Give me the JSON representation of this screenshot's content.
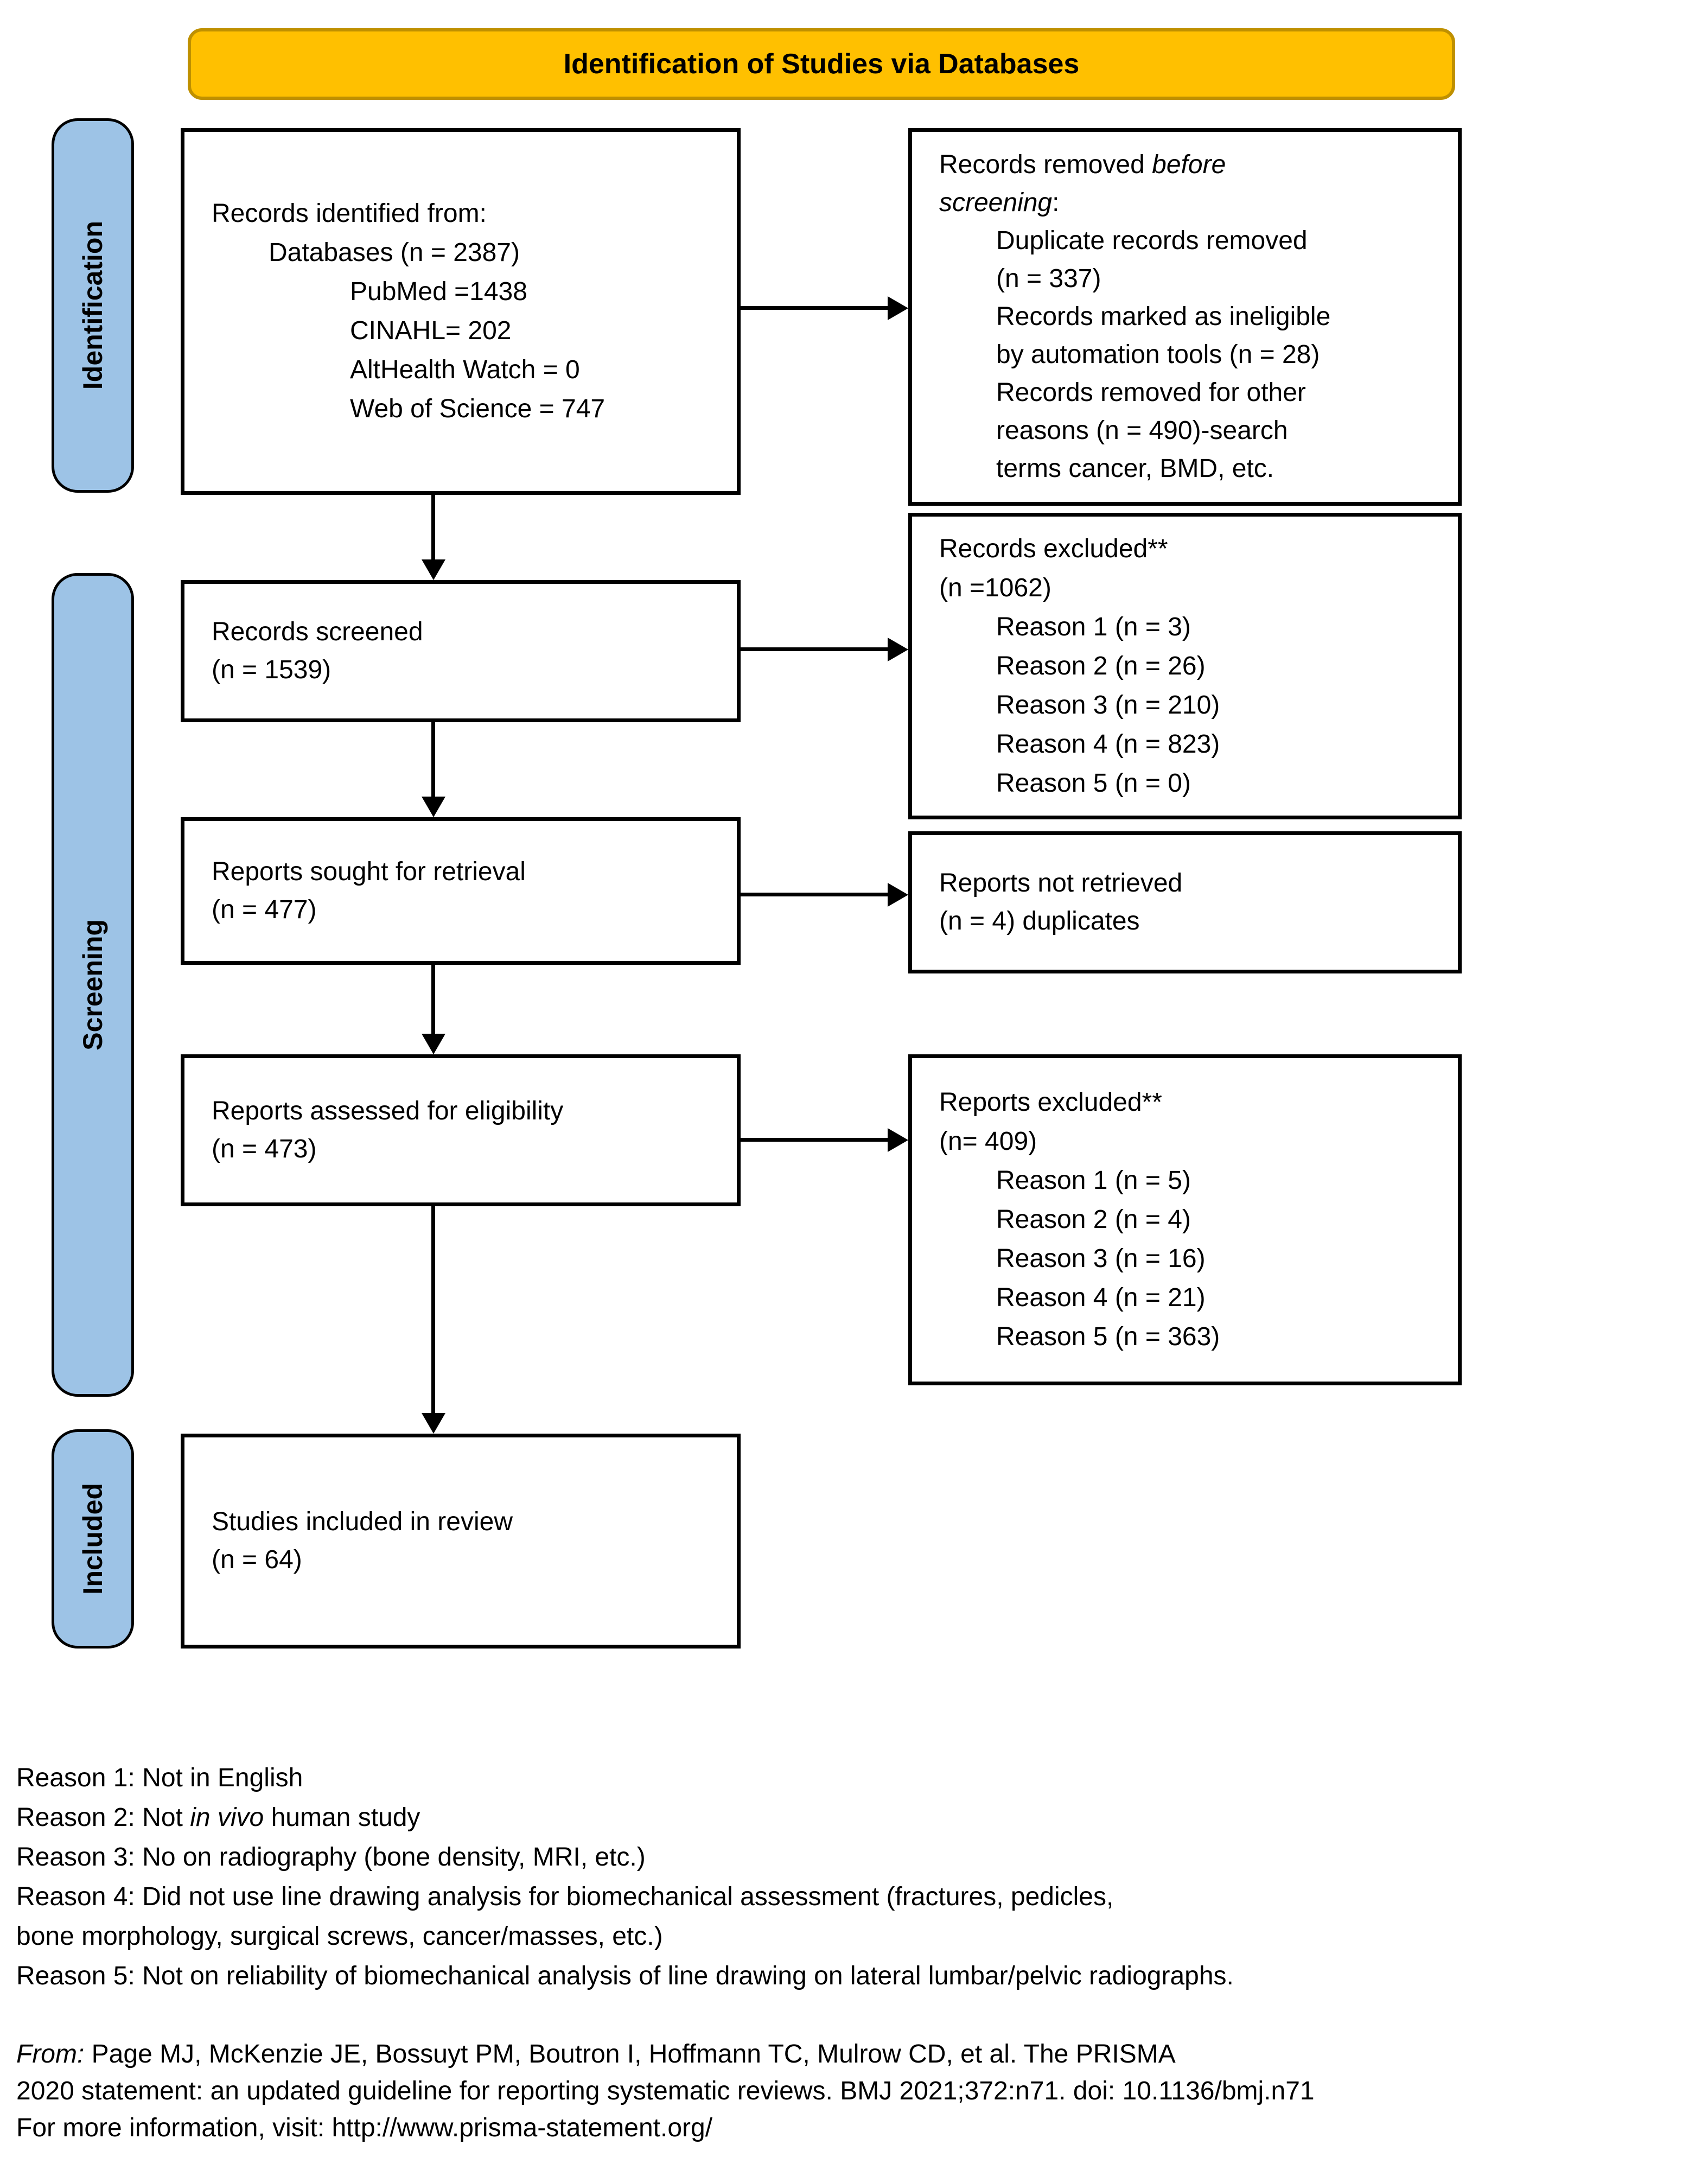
{
  "header": {
    "title": "Identification of Studies via Databases"
  },
  "colors": {
    "header_bg": "#FFC000",
    "header_border": "#BF9000",
    "stage_bg": "#9DC3E6",
    "stage_border": "#000000",
    "box_border": "#000000",
    "page_bg": "#ffffff",
    "text_color": "#000000"
  },
  "stages": [
    {
      "label": "Identification"
    },
    {
      "label": "Screening"
    },
    {
      "label": "Included"
    }
  ],
  "boxes": {
    "records_identified": {
      "lines": [
        {
          "t": "Records identified from:",
          "indent": 0
        },
        {
          "t": "Databases (n = 2387)",
          "indent": 1
        },
        {
          "t": "PubMed =1438",
          "indent": 2
        },
        {
          "t": "CINAHL= 202",
          "indent": 2
        },
        {
          "t": "AltHealth Watch = 0",
          "indent": 2
        },
        {
          "t": "Web of Science = 747",
          "indent": 2
        }
      ]
    },
    "records_removed": {
      "lines": [
        {
          "t": [
            {
              "t": "Records removed "
            },
            {
              "t": "before",
              "i": true
            }
          ],
          "indent": 0
        },
        {
          "t": [
            {
              "t": "screening",
              "i": true
            },
            {
              "t": ":"
            }
          ],
          "indent": 0
        },
        {
          "t": "Duplicate records removed",
          "indent": 1
        },
        {
          "t": "(n = 337)",
          "indent": 1
        },
        {
          "t": "Records marked as ineligible",
          "indent": 1
        },
        {
          "t": "by automation tools (n = 28)",
          "indent": 1
        },
        {
          "t": "Records removed for other",
          "indent": 1
        },
        {
          "t": "reasons (n = 490)-search",
          "indent": 1
        },
        {
          "t": "terms cancer, BMD, etc.",
          "indent": 1
        }
      ]
    },
    "records_screened": {
      "lines": [
        {
          "t": "Records screened",
          "indent": 0
        },
        {
          "t": "(n = 1539)",
          "indent": 0
        }
      ]
    },
    "records_excluded": {
      "lines": [
        {
          "t": "Records excluded**",
          "indent": 0
        },
        {
          "t": "(n =1062)",
          "indent": 0
        },
        {
          "t": "Reason 1 (n = 3)",
          "indent": 1
        },
        {
          "t": "Reason 2 (n = 26)",
          "indent": 1
        },
        {
          "t": "Reason 3 (n = 210)",
          "indent": 1
        },
        {
          "t": "Reason 4 (n = 823)",
          "indent": 1
        },
        {
          "t": "Reason 5 (n = 0)",
          "indent": 1
        }
      ]
    },
    "reports_sought": {
      "lines": [
        {
          "t": "Reports sought for retrieval",
          "indent": 0
        },
        {
          "t": "(n = 477)",
          "indent": 0
        }
      ]
    },
    "reports_not_retrieved": {
      "lines": [
        {
          "t": "Reports not retrieved",
          "indent": 0
        },
        {
          "t": "(n = 4) duplicates",
          "indent": 0
        }
      ]
    },
    "reports_assessed": {
      "lines": [
        {
          "t": "Reports assessed for eligibility",
          "indent": 0
        },
        {
          "t": "(n = 473)",
          "indent": 0
        }
      ]
    },
    "reports_excluded": {
      "lines": [
        {
          "t": "Reports excluded**",
          "indent": 0
        },
        {
          "t": "(n= 409)",
          "indent": 0
        },
        {
          "t": "Reason 1 (n = 5)",
          "indent": 1
        },
        {
          "t": "Reason 2 (n = 4)",
          "indent": 1
        },
        {
          "t": "Reason 3 (n = 16)",
          "indent": 1
        },
        {
          "t": "Reason 4 (n = 21)",
          "indent": 1
        },
        {
          "t": "Reason 5 (n = 363)",
          "indent": 1
        }
      ]
    },
    "studies_included": {
      "lines": [
        {
          "t": "Studies included in review",
          "indent": 0
        },
        {
          "t": "(n = 64)",
          "indent": 0
        }
      ]
    }
  },
  "footnotes": {
    "lines": [
      {
        "t": "Reason 1: Not in English",
        "indent": 0
      },
      {
        "t": [
          {
            "t": "Reason 2: Not "
          },
          {
            "t": "in vivo",
            "i": true
          },
          {
            "t": " human study"
          }
        ],
        "indent": 0
      },
      {
        "t": "Reason 3: No on radiography (bone density, MRI, etc.)",
        "indent": 0
      },
      {
        "t": "Reason 4: Did not use line drawing analysis for biomechanical assessment (fractures, pedicles,",
        "indent": 0
      },
      {
        "t": "bone morphology, surgical screws, cancer/masses, etc.)",
        "indent": 0
      },
      {
        "t": "Reason 5: Not on reliability of biomechanical analysis of line drawing on lateral lumbar/pelvic radiographs.",
        "indent": 0
      }
    ]
  },
  "citation": {
    "lines": [
      {
        "t": [
          {
            "t": "From:",
            "i": true
          },
          {
            "t": "  Page MJ, McKenzie JE, Bossuyt PM, Boutron I, Hoffmann TC, Mulrow CD, et al. The PRISMA"
          }
        ],
        "indent": 0
      },
      {
        "t": "2020 statement: an updated guideline for reporting systematic reviews. BMJ 2021;372:n71. doi: 10.1136/bmj.n71",
        "indent": 0
      },
      {
        "t": "For more information, visit: http://www.prisma-statement.org/",
        "indent": 0
      }
    ]
  }
}
